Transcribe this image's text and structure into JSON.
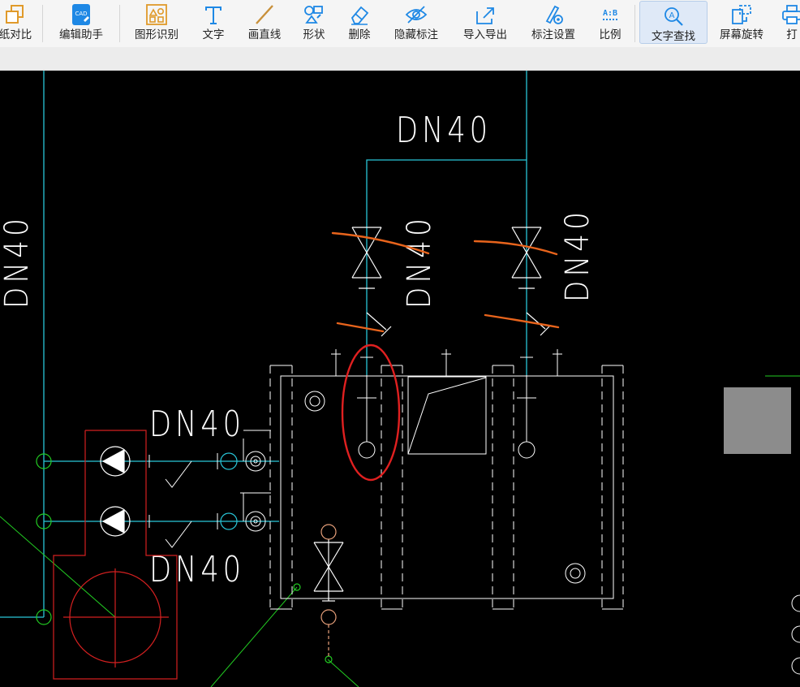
{
  "toolbar": {
    "buttons": [
      {
        "label": "纸对比",
        "icon": "compare-icon"
      },
      {
        "label": "编辑助手",
        "icon": "cad-edit-icon"
      },
      {
        "label": "图形识别",
        "icon": "shape-recognize-icon"
      },
      {
        "label": "文字",
        "icon": "text-icon"
      },
      {
        "label": "画直线",
        "icon": "line-icon"
      },
      {
        "label": "形状",
        "icon": "shape-icon"
      },
      {
        "label": "删除",
        "icon": "eraser-icon"
      },
      {
        "label": "隐藏标注",
        "icon": "hide-eye-icon"
      },
      {
        "label": "导入导出",
        "icon": "import-export-icon"
      },
      {
        "label": "标注设置",
        "icon": "annotation-settings-icon"
      },
      {
        "label": "比例",
        "icon": "ratio-icon",
        "icon_text": "A:B"
      },
      {
        "label": "文字查找",
        "icon": "text-search-icon",
        "active": true
      },
      {
        "label": "屏幕旋转",
        "icon": "screen-rotate-icon"
      },
      {
        "label": "打",
        "icon": "print-icon"
      }
    ]
  },
  "drawing": {
    "labels": {
      "pipe_top": "DN40",
      "pipe_left_vertical": "DN40",
      "pipe_valve_1": "DN40",
      "pipe_valve_2": "DN40",
      "pipe_pump_upper": "DN40",
      "pipe_pump_lower": "DN40"
    },
    "colors": {
      "background": "#000000",
      "pipe": "#29c6d8",
      "line_white": "#ffffff",
      "pump_frame": "#d42020",
      "markup_orange": "#e8641c",
      "highlight_circle": "#e02020",
      "guide_green": "#22cc22",
      "grey_block": "#8c8c8c",
      "valve_peach": "#e8a07a"
    }
  }
}
